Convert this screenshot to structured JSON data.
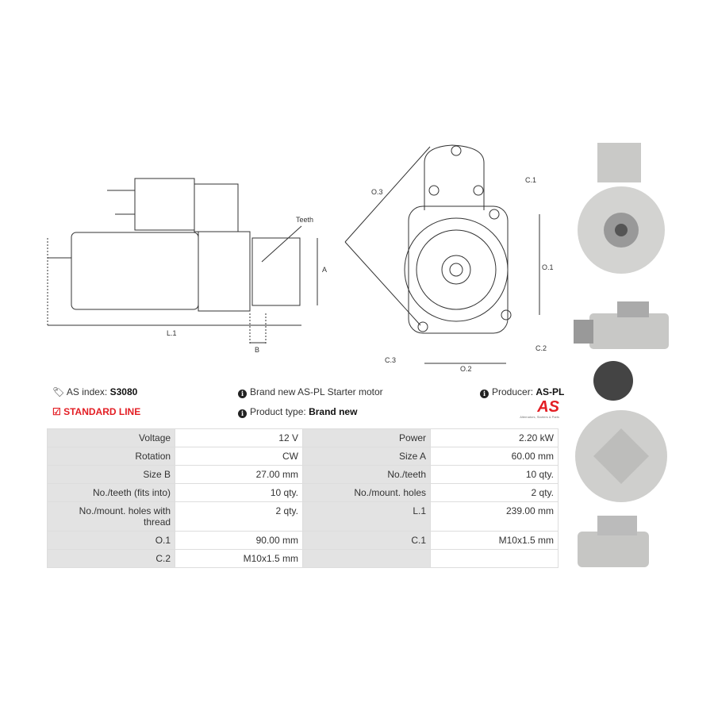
{
  "drawing_labels": {
    "teeth": "Teeth",
    "a": "A",
    "b": "B",
    "l1": "L.1",
    "c1": "C.1",
    "c2": "C.2",
    "c3": "C.3",
    "o1": "O.1",
    "o2": "O.2",
    "o3": "O.3"
  },
  "info": {
    "as_index_label": "AS index:",
    "as_index_value": "S3080",
    "standard_line": "STANDARD LINE",
    "description": "Brand new AS-PL Starter motor",
    "product_type_label": "Product type:",
    "product_type_value": "Brand new",
    "producer_label": "Producer:",
    "producer_value": "AS-PL",
    "logo_text": "AS",
    "logo_tagline": "Alternators, Starters & Parts"
  },
  "specs": [
    [
      "Voltage",
      "12 V",
      "Power",
      "2.20 kW"
    ],
    [
      "Rotation",
      "CW",
      "Size A",
      "60.00 mm"
    ],
    [
      "Size B",
      "27.00 mm",
      "No./teeth",
      "10 qty."
    ],
    [
      "No./teeth (fits into)",
      "10 qty.",
      "No./mount. holes",
      "2 qty."
    ],
    [
      "No./mount. holes with thread",
      "2 qty.",
      "L.1",
      "239.00 mm"
    ],
    [
      "O.1",
      "90.00 mm",
      "C.1",
      "M10x1.5 mm"
    ],
    [
      "C.2",
      "M10x1.5 mm",
      "",
      ""
    ]
  ],
  "colors": {
    "accent": "#e31e24",
    "label_bg": "#e3e3e3"
  }
}
